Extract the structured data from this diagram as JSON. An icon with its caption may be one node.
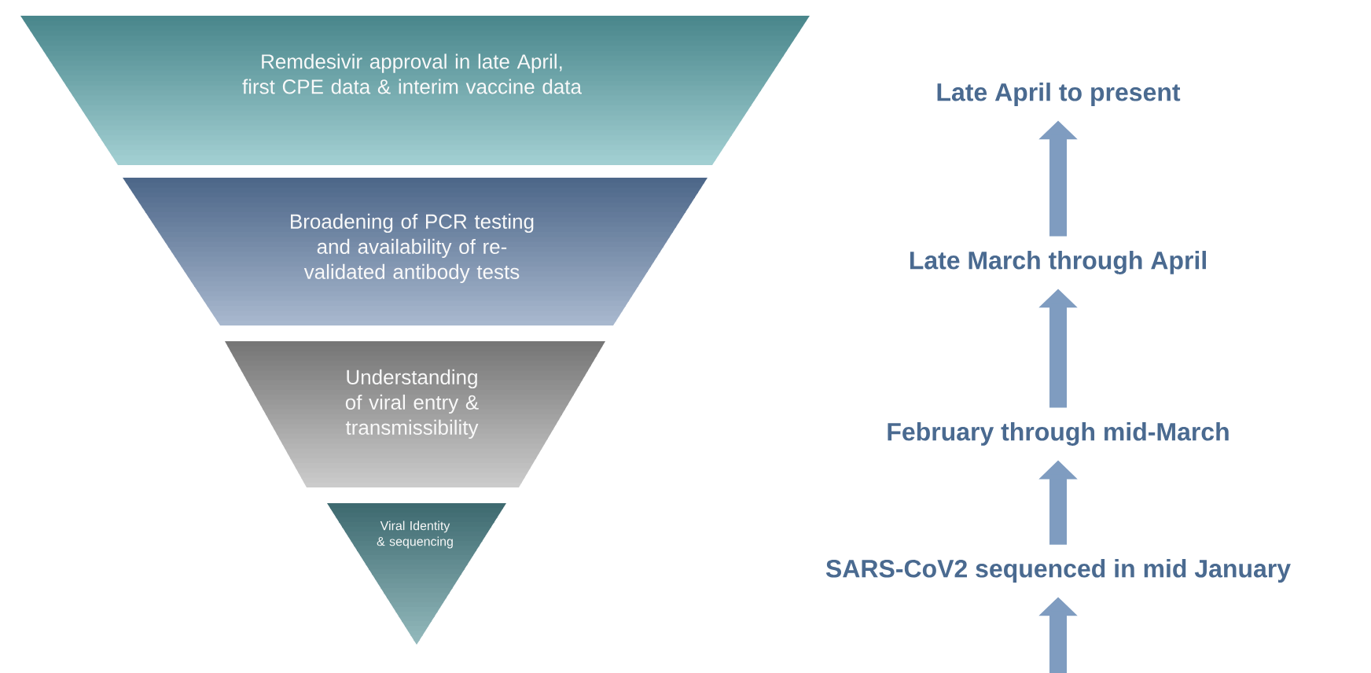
{
  "diagram": {
    "nodes": [
      {
        "text": [
          "Remdesivir approval in late April, first CPE data & interim vaccine data"
        ]
      },
      {
        "text": [
          "Broadening of PCR testing and availability of re-validated antibody tests"
        ]
      },
      {
        "text": [
          "Understanding of viral entry & transmissibility"
        ]
      },
      {
        "text": [
          "Viral Identity & sequencing"
        ]
      },
      {
        "text": [
          "Late April to present"
        ]
      },
      {
        "text": [
          "Late March through April"
        ]
      },
      {
        "text": [
          "February through mid-March"
        ]
      },
      {
        "text": [
          "SARS-CoV2 sequenced in mid January"
        ]
      }
    ],
    "edges": [
      {
        "from": 5,
        "to": 4,
        "arrow": "to"
      },
      {
        "from": 6,
        "to": 5,
        "arrow": "to"
      },
      {
        "from": 7,
        "to": 6,
        "arrow": "to"
      },
      {
        "from": null,
        "to": 7,
        "arrow": "to"
      }
    ]
  }
}
